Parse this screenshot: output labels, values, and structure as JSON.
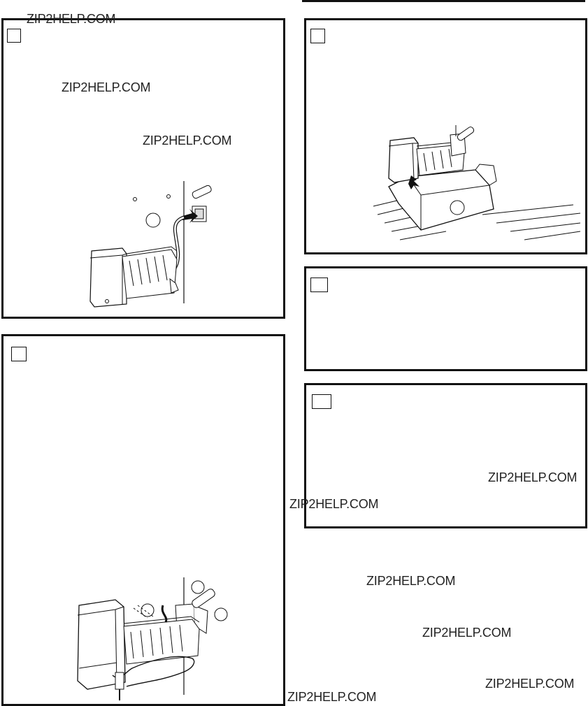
{
  "watermarks": [
    "ZIP2HELP.COM",
    "ZIP2HELP.COM",
    "ZIP2HELP.COM",
    "ZIP2HELP.COM",
    "ZIP2HELP.COM",
    "ZIP2HELP.COM",
    "ZIP2HELP.COM",
    "ZIP2HELP.COM",
    "ZIP2HELP.COM"
  ],
  "illustrations": {
    "panel_a": "ice-maker-connecting-to-wall-outlet",
    "panel_b": "ice-maker-with-bin-and-shelf",
    "panel_c": "ice-maker-with-wiring-harness"
  }
}
